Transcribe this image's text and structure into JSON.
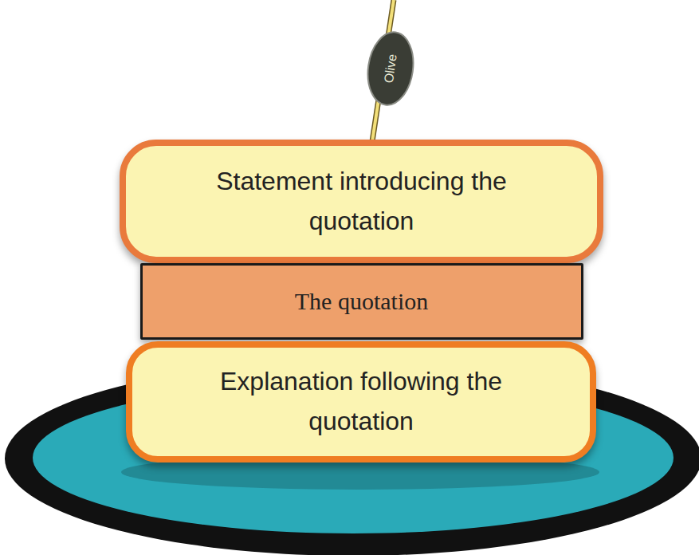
{
  "diagram": {
    "nodes": [
      {
        "text": [
          "Olive"
        ]
      },
      {
        "text": [
          "Statement introducing the quotation"
        ]
      },
      {
        "text": [
          "The quotation"
        ]
      },
      {
        "text": [
          "Explanation following the quotation"
        ]
      }
    ]
  }
}
